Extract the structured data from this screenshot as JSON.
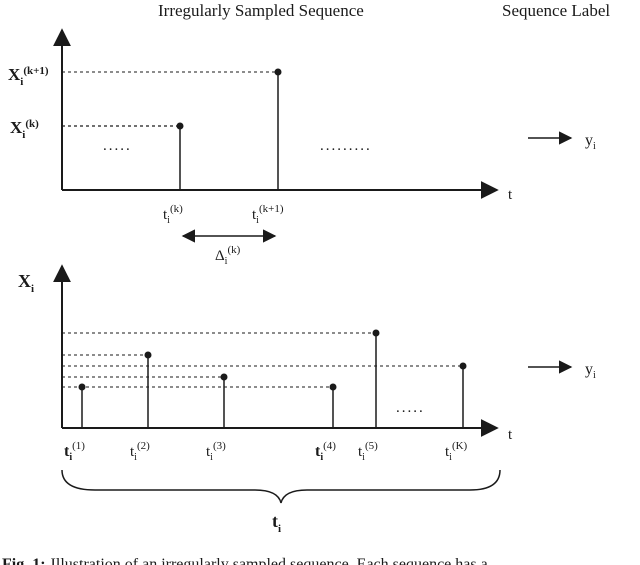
{
  "header": {
    "left": "Irregularly Sampled Sequence",
    "right": "Sequence Label"
  },
  "top_panel": {
    "y_tick_upper": {
      "base": "X",
      "sub": "i",
      "sup": "(k+1)"
    },
    "y_tick_lower": {
      "base": "X",
      "sub": "i",
      "sup": "(k)"
    },
    "x_axis_label": "t",
    "dots_left": ".....",
    "dots_right": ".........",
    "tick_k": {
      "base": "t",
      "sub": "i",
      "sup": "(k)"
    },
    "tick_k1": {
      "base": "t",
      "sub": "i",
      "sup": "(k+1)"
    },
    "delta": {
      "base": "Δ",
      "sub": "i",
      "sup": "(k)"
    },
    "output": {
      "base": "y",
      "sub": "i"
    }
  },
  "bottom_panel": {
    "y_axis_label": {
      "base": "X",
      "sub": "i"
    },
    "x_axis_label": "t",
    "dots": ".....",
    "ticks": [
      {
        "base": "t",
        "sub": "i",
        "sup": "(1)"
      },
      {
        "base": "t",
        "sub": "i",
        "sup": "(2)"
      },
      {
        "base": "t",
        "sub": "i",
        "sup": "(3)"
      },
      {
        "base": "t",
        "sub": "i",
        "sup": "(4)"
      },
      {
        "base": "t",
        "sub": "i",
        "sup": "(5)"
      },
      {
        "base": "t",
        "sub": "i",
        "sup": "(K)"
      }
    ],
    "brace_label": {
      "base": "t",
      "sub": "i"
    },
    "output": {
      "base": "y",
      "sub": "i"
    }
  },
  "caption": {
    "prefix": "Fig. 1:",
    "text": "Illustration of an irregularly sampled sequence. Each sequence has a"
  }
}
